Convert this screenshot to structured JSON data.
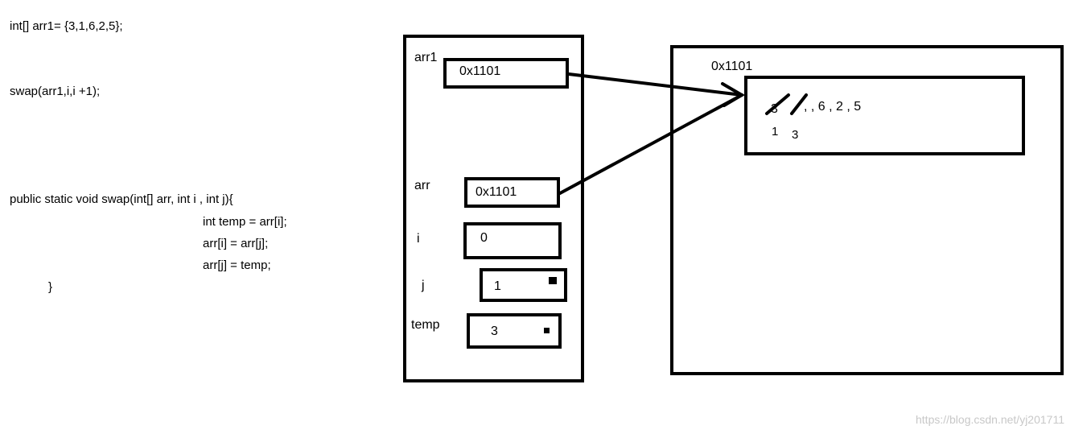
{
  "code": {
    "line1": "int[] arr1= {3,1,6,2,5};",
    "line2": "swap(arr1,i,i +1);",
    "line3": "public static void swap(int[] arr, int i , int j){",
    "line4": "int temp = arr[i];",
    "line5": "arr[i] = arr[j];",
    "line6": "arr[j] = temp;",
    "line7": "}"
  },
  "stack": {
    "arr1": {
      "label": "arr1",
      "value": "0x1101"
    },
    "arr": {
      "label": "arr",
      "value": "0x1101"
    },
    "i": {
      "label": "i",
      "value": "0"
    },
    "j": {
      "label": "j",
      "value": "1"
    },
    "temp": {
      "label": "temp",
      "value": "3"
    }
  },
  "heap": {
    "address": "0x1101",
    "array_text": ", , 6 , 2 , 5",
    "new_first": "1",
    "new_second": "3"
  },
  "watermark": "https://blog.csdn.net/yj201711"
}
